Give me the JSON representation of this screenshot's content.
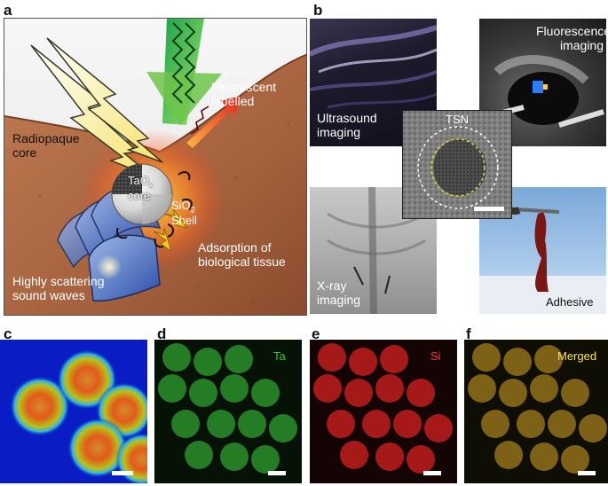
{
  "figure": {
    "panel_labels": {
      "a": "a",
      "b": "b",
      "c": "c",
      "d": "d",
      "e": "e",
      "f": "f"
    },
    "panel_a": {
      "radiopaque_line1": "Radiopaque",
      "radiopaque_line2": "core",
      "fluorescent_line1": "Fluorescent",
      "fluorescent_line2": "labelled",
      "core_prefix": "TaO",
      "core_sub": "x",
      "core_suffix": "core",
      "shell_prefix": "SiO",
      "shell_sub": "2",
      "shell_suffix": "Shell",
      "adsorption_line1": "Adsorption of",
      "adsorption_line2": "biological tissue",
      "sound_line1": "Highly scattering",
      "sound_line2": "sound waves"
    },
    "panel_b": {
      "ultrasound_line1": "Ultrasound",
      "ultrasound_line2": "imaging",
      "fluorescence_line1": "Fluorescence",
      "fluorescence_line2": "imaging",
      "xray_line1": "X-ray",
      "xray_line2": "imaging",
      "adhesive": "Adhesive",
      "tsn": "TSN"
    },
    "panel_d": {
      "channel": "Ta"
    },
    "panel_e": {
      "channel": "Si"
    },
    "panel_f": {
      "channel": "Merged"
    },
    "colors": {
      "tissue": "#a5623e",
      "channel_ta": "#33cc33",
      "channel_si": "#ff3333",
      "channel_merged": "#ffe633"
    }
  }
}
